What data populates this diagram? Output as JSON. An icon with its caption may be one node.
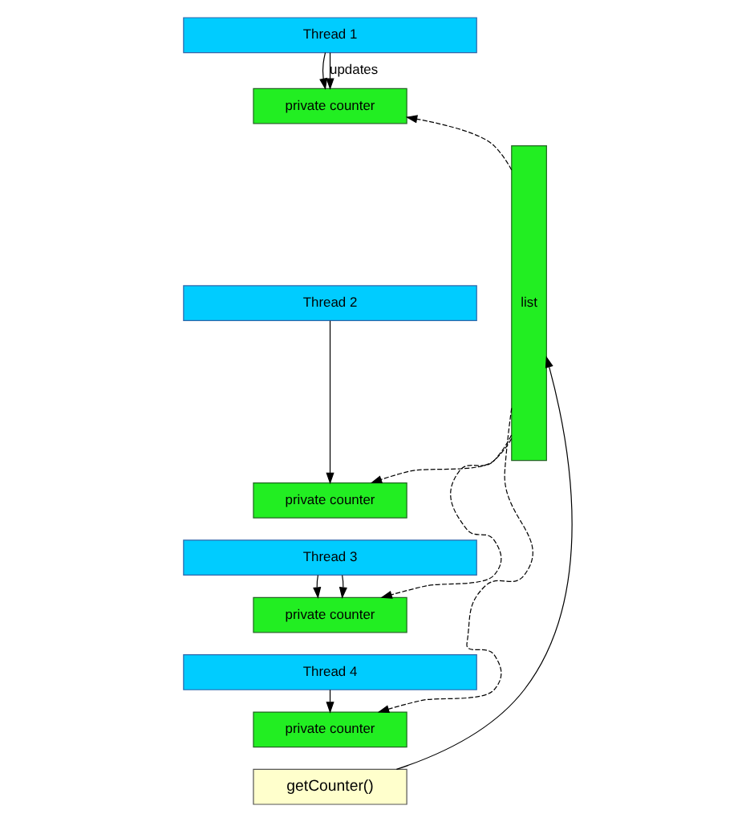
{
  "diagram": {
    "nodes": [
      {
        "text": [
          "Thread 1"
        ]
      },
      {
        "text": [
          "private counter"
        ]
      },
      {
        "text": [
          "Thread 2"
        ]
      },
      {
        "text": [
          "private counter"
        ]
      },
      {
        "text": [
          "Thread 3"
        ]
      },
      {
        "text": [
          "private counter"
        ]
      },
      {
        "text": [
          "Thread 4"
        ]
      },
      {
        "text": [
          "private counter"
        ]
      },
      {
        "text": [
          "list"
        ]
      },
      {
        "text": [
          "getCounter()"
        ]
      }
    ],
    "edges": [
      {
        "from": 0,
        "to": 1,
        "arrow": "to"
      },
      {
        "from": 0,
        "to": 1,
        "arrow": "to",
        "label": "updates"
      },
      {
        "from": 2,
        "to": 3,
        "arrow": "to"
      },
      {
        "from": 4,
        "to": 5,
        "arrow": "to"
      },
      {
        "from": 4,
        "to": 5,
        "arrow": "to"
      },
      {
        "from": 6,
        "to": 7,
        "arrow": "to"
      },
      {
        "from": 8,
        "to": 1,
        "arrow": "to",
        "style": "dashed"
      },
      {
        "from": 8,
        "to": 3,
        "arrow": "to",
        "style": "dashed"
      },
      {
        "from": 8,
        "to": 5,
        "arrow": "to",
        "style": "dashed"
      },
      {
        "from": 8,
        "to": 7,
        "arrow": "to",
        "style": "dashed"
      },
      {
        "from": 9,
        "to": 8,
        "arrow": "to"
      }
    ]
  }
}
